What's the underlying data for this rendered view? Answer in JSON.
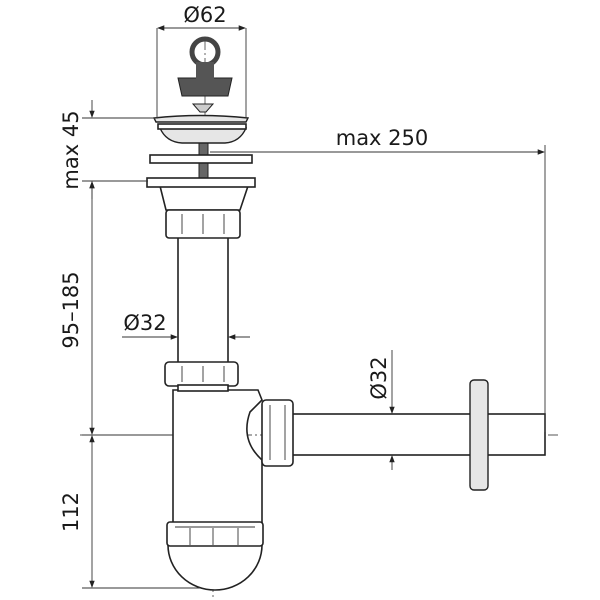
{
  "title": "Bottle trap siphon dimension drawing",
  "dimensions": {
    "strainer_diameter": "Ø62",
    "max_thickness": "max 45",
    "max_length": "max 250",
    "height_range": "95–185",
    "tail_pipe_diameter": "Ø32",
    "outlet_diameter": "Ø32",
    "trap_depth": "112"
  }
}
